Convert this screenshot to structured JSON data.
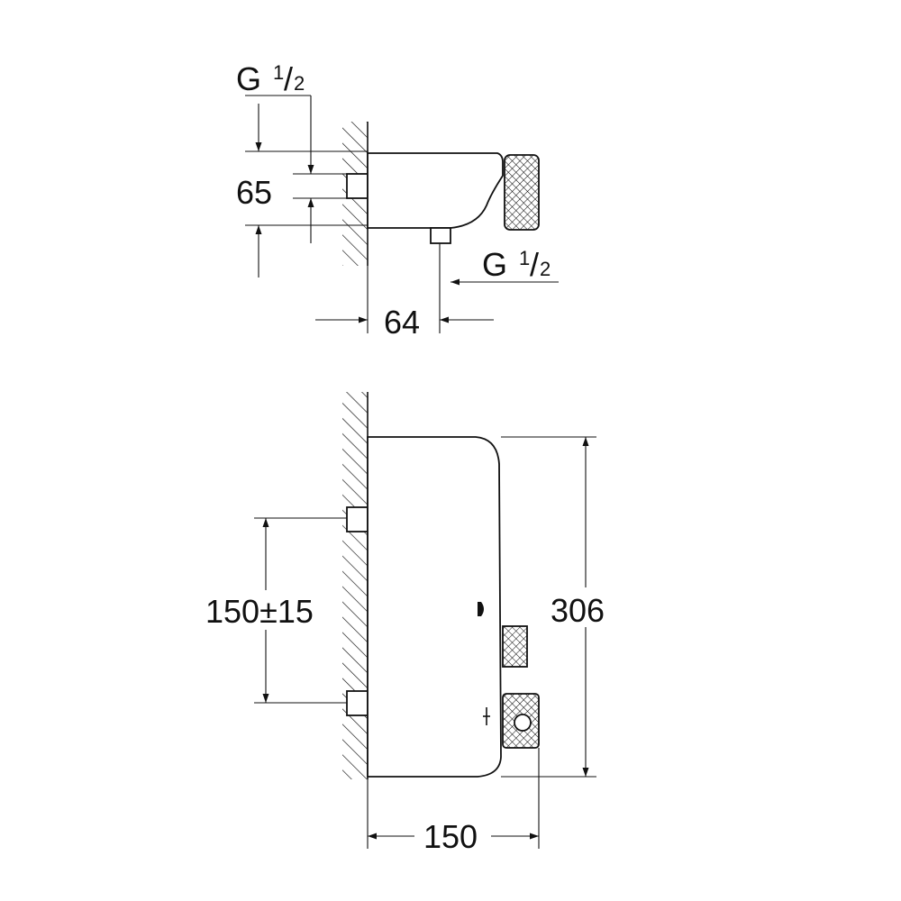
{
  "title": "Thermostat mixer dimension drawing",
  "top_view": {
    "inlet_thread": {
      "main": "G",
      "num": "1",
      "den": "2"
    },
    "inlet_spacing": "65",
    "outlet_offset": "64",
    "outlet_thread": {
      "main": "G",
      "num": "1",
      "den": "2"
    }
  },
  "front_view": {
    "inlet_centers": "150±15",
    "height": "306",
    "depth": "150"
  },
  "colors": {
    "line": "#111111",
    "background": "#ffffff"
  }
}
